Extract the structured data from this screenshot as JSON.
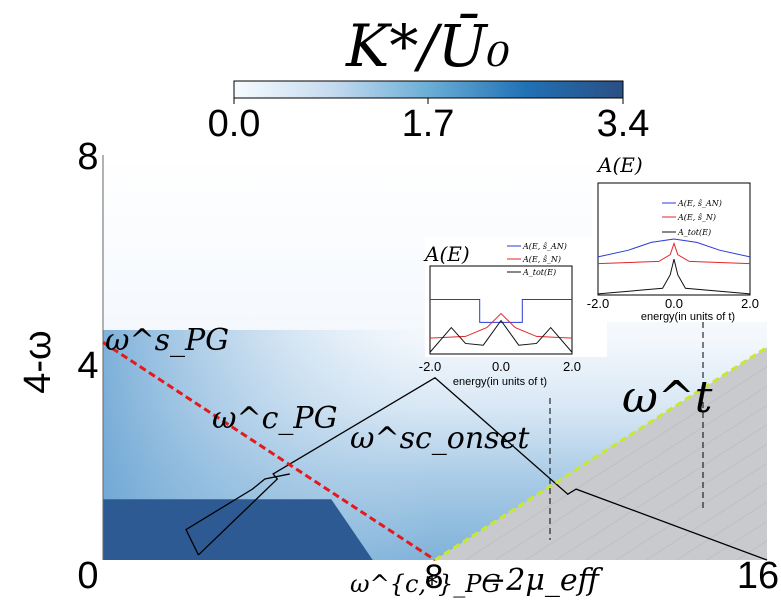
{
  "colorbar": {
    "title": "K*/Ū₀",
    "ticks": [
      0.0,
      1.7,
      3.4
    ],
    "tick_labels": [
      "0.0",
      "1.7",
      "3.4"
    ],
    "colormap": [
      "#f7fbff",
      "#c6dbef",
      "#6baed6",
      "#2171b5",
      "#2b4f84"
    ]
  },
  "main": {
    "xlabel": "−2μ_eff",
    "ylabel": "4-ω",
    "x_ticks": [
      "0",
      "8",
      "16"
    ],
    "y_ticks": [
      "0",
      "4",
      "8"
    ],
    "labels": {
      "omega_pg_s": "ω^s_PG",
      "omega_pg_c": "ω^c_PG",
      "omega_onset": "ω^sc_onset",
      "omega_t": "ω^t",
      "omega_pg_cstar": "ω^{c,*}_PG"
    },
    "colors": {
      "pg_line": "#e31a1c",
      "t_line": "#c8e830",
      "normal_region": "#c9cacd",
      "boundary": "#000000"
    }
  },
  "chart_data": [
    {
      "type": "heatmap",
      "title": "",
      "xlabel": "−2μ_eff",
      "ylabel": "4-ω",
      "xlim": [
        0,
        16
      ],
      "ylim": [
        0,
        8
      ],
      "colorbar_label": "K*/Ū₀",
      "colorbar_range": [
        0.0,
        3.4
      ],
      "lines": [
        {
          "name": "ω^s_PG",
          "style": "dashed",
          "color": "#e31a1c",
          "x": [
            0,
            8
          ],
          "y": [
            4.3,
            0
          ]
        },
        {
          "name": "ω^t",
          "style": "dashed",
          "color": "#c8e830",
          "x": [
            8,
            16
          ],
          "y": [
            0,
            4.2
          ]
        },
        {
          "name": "ω^sc_onset",
          "style": "solid",
          "color": "#000000",
          "x": [
            2.3,
            4.2,
            4.1,
            8.0,
            11.2,
            11.4,
            16.0
          ],
          "y": [
            0.1,
            1.6,
            1.7,
            3.6,
            1.3,
            1.4,
            0.0
          ]
        },
        {
          "name": "ω^c,*_PG region edge",
          "style": "solid",
          "color": "#000000",
          "x": [
            2.3,
            2.0,
            3.6,
            3.9,
            4.5
          ],
          "y": [
            0.1,
            0.6,
            1.4,
            1.6,
            1.7
          ]
        }
      ],
      "regions": [
        {
          "name": "normal",
          "color": "#c9cacd",
          "vertices_x": [
            8,
            16,
            16
          ],
          "vertices_y": [
            0,
            4.2,
            0
          ]
        },
        {
          "name": "saturated",
          "level": 3.4,
          "vertices_x": [
            0,
            5.5,
            6.5,
            0
          ],
          "vertices_y": [
            1.2,
            1.2,
            0,
            0
          ]
        }
      ]
    },
    {
      "type": "line",
      "title": "A(E)",
      "xlabel": "energy(in units of t)",
      "xlim": [
        -2.0,
        2.0
      ],
      "x_ticks": [
        "-2.0",
        "0.0",
        "2.0"
      ],
      "legend": "top-right",
      "series": [
        {
          "name": "A(E, ŝ_AN)",
          "color": "#2a3bd6",
          "x": [
            -2.0,
            -0.6,
            -0.6,
            0.6,
            0.6,
            2.0
          ],
          "y": [
            0.62,
            0.62,
            0.36,
            0.36,
            0.62,
            0.62
          ]
        },
        {
          "name": "A(E, ŝ_N)",
          "color": "#e3262b",
          "x": [
            -2.0,
            -1.0,
            -0.4,
            0.0,
            0.4,
            1.0,
            2.0
          ],
          "y": [
            0.18,
            0.2,
            0.3,
            0.46,
            0.3,
            0.2,
            0.18
          ]
        },
        {
          "name": "A_tot(E)",
          "color": "#111111",
          "x": [
            -2.0,
            -1.4,
            -1.0,
            -0.5,
            0.0,
            0.5,
            1.0,
            1.4,
            2.0
          ],
          "y": [
            0.02,
            0.3,
            0.12,
            0.1,
            0.38,
            0.1,
            0.12,
            0.3,
            0.02
          ]
        }
      ]
    },
    {
      "type": "line",
      "title": "A(E)",
      "xlabel": "energy(in units of t)",
      "xlim": [
        -2.0,
        2.0
      ],
      "x_ticks": [
        "-2.0",
        "0.0",
        "2.0"
      ],
      "legend": "top-right",
      "series": [
        {
          "name": "A(E, ŝ_AN)",
          "color": "#2a3bd6",
          "x": [
            -2.0,
            -1.2,
            -0.6,
            0.0,
            0.6,
            1.2,
            2.0
          ],
          "y": [
            0.34,
            0.4,
            0.47,
            0.5,
            0.47,
            0.4,
            0.34
          ]
        },
        {
          "name": "A(E, ŝ_N)",
          "color": "#e3262b",
          "x": [
            -2.0,
            -0.4,
            -0.1,
            0.0,
            0.1,
            0.4,
            2.0
          ],
          "y": [
            0.28,
            0.3,
            0.36,
            0.46,
            0.36,
            0.3,
            0.28
          ]
        },
        {
          "name": "A_tot(E)",
          "color": "#111111",
          "x": [
            -2.0,
            -0.3,
            -0.1,
            0.0,
            0.1,
            0.3,
            2.0
          ],
          "y": [
            0.01,
            0.06,
            0.18,
            0.32,
            0.18,
            0.06,
            0.01
          ]
        }
      ]
    }
  ]
}
